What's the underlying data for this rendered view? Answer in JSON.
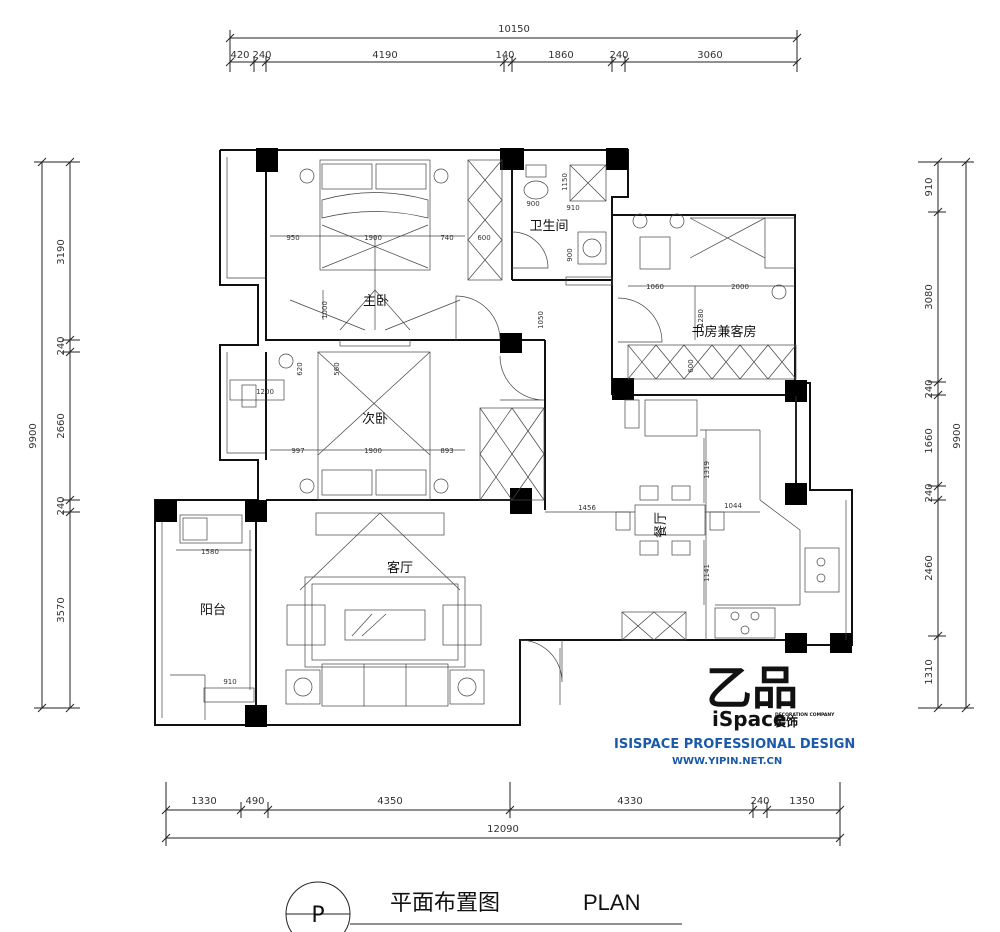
{
  "dimensions": {
    "top_total": "10150",
    "top_segments": [
      "420",
      "240",
      "4190",
      "140",
      "1860",
      "240",
      "3060"
    ],
    "bottom_total": "12090",
    "bottom_segments": [
      "1330",
      "490",
      "4350",
      "4330",
      "240",
      "1350"
    ],
    "left_total": "9900",
    "left_segments": [
      "3190",
      "240",
      "2660",
      "240",
      "3570"
    ],
    "right_total": "9900",
    "right_segments": [
      "910",
      "3080",
      "240",
      "1660",
      "240",
      "2460",
      "1310"
    ]
  },
  "rooms": {
    "master_bedroom": "主卧",
    "second_bedroom": "次卧",
    "bathroom": "卫生间",
    "study_guest": "书房兼客房",
    "dining": "餐厅",
    "living": "客厅",
    "balcony": "阳台"
  },
  "inner_dims": {
    "mb_a": "950",
    "mb_b": "1900",
    "mb_c": "740",
    "mb_d": "600",
    "mb_v": "1000",
    "sb_a": "1200",
    "sb_b": "997",
    "sb_c": "1900",
    "sb_d": "893",
    "sb_v1": "620",
    "sb_v2": "560",
    "bath_a": "900",
    "bath_b": "910",
    "bath_c": "1150",
    "bath_d": "900",
    "bath_e": "1050",
    "st_a": "1060",
    "st_b": "2000",
    "st_c": "1280",
    "st_d": "600",
    "din_a": "1456",
    "din_b": "1044",
    "din_c": "1319",
    "din_d": "1141",
    "bal_a": "1580",
    "bal_b": "910"
  },
  "logo": {
    "mark": "乙品",
    "brand": "iSpace",
    "sub": "DECORATION COMPANY",
    "side": "装饰",
    "tagline": "ISISPACE PROFESSIONAL DESIGN",
    "url": "WWW.YIPIN.NET.CN"
  },
  "title": {
    "badge": "P",
    "cn": "平面布置图",
    "en": "PLAN"
  }
}
